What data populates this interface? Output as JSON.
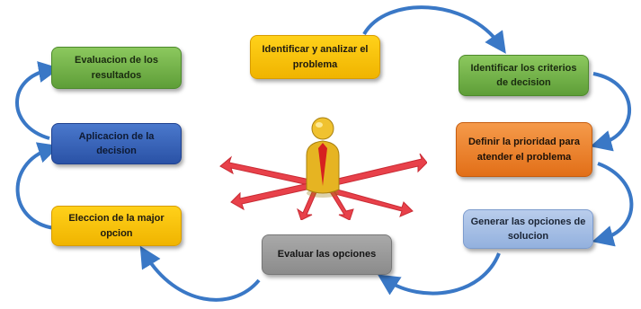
{
  "steps": {
    "identificar_problema": "Identificar y analizar el problema",
    "identificar_criterios": "Identificar los criterios de decision",
    "definir_prioridad": "Definir la prioridad para atender el problema",
    "generar_opciones": "Generar las opciones de solucion",
    "evaluar_opciones": "Evaluar las opciones",
    "eleccion": "Eleccion de la major opcion",
    "aplicacion": "Aplicacion de la decision",
    "evaluacion": "Evaluacion de los resultados"
  },
  "colors": {
    "arrow": "#3a78c6",
    "center_arrows": "#e8414a",
    "figure": "#e6b422",
    "tie": "#d62020"
  }
}
